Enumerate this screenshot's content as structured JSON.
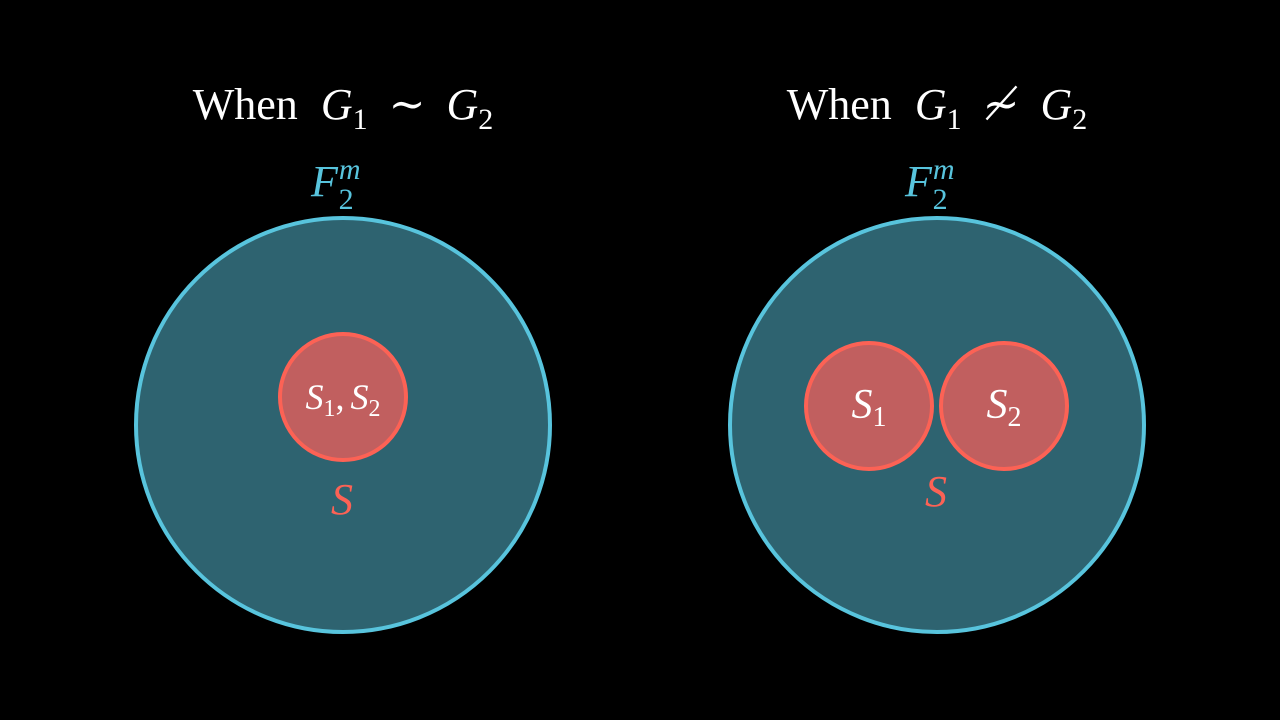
{
  "colors": {
    "background": "#000000",
    "outer_fill": "#2e6370",
    "outer_stroke": "#58c4dd",
    "inner_fill": "#c15f5f",
    "inner_stroke": "#fc6255",
    "label_outer": "#58c4dd",
    "label_set": "#fc6255",
    "text": "#ffffff"
  },
  "left_panel": {
    "title_word": "When",
    "title_g1": "G",
    "title_g1_sub": "1",
    "title_relation": "∼",
    "title_g2": "G",
    "title_g2_sub": "2",
    "outer_label_base": "F",
    "outer_label_sub": "2",
    "outer_label_sup": "m",
    "inner_label_s1": "S",
    "inner_label_s1_sub": "1",
    "inner_label_comma": ",",
    "inner_label_s2": "S",
    "inner_label_s2_sub": "2",
    "set_label": "S"
  },
  "right_panel": {
    "title_word": "When",
    "title_g1": "G",
    "title_g1_sub": "1",
    "title_relation": "≁",
    "title_g2": "G",
    "title_g2_sub": "2",
    "outer_label_base": "F",
    "outer_label_sub": "2",
    "outer_label_sup": "m",
    "circle1_label": "S",
    "circle1_label_sub": "1",
    "circle2_label": "S",
    "circle2_label_sub": "2",
    "set_label": "S"
  }
}
